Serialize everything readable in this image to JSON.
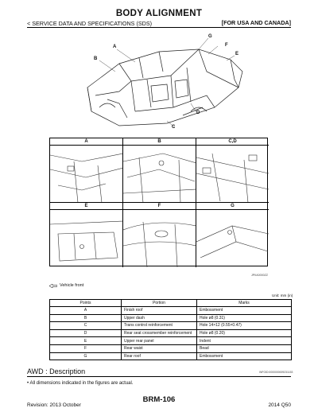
{
  "header": {
    "title": "BODY ALIGNMENT",
    "breadcrumb": "< SERVICE DATA AND SPECIFICATIONS (SDS)",
    "region": "[FOR USA AND CANADA]"
  },
  "figure": {
    "callouts": [
      "A",
      "B",
      "C",
      "D",
      "E",
      "F",
      "G"
    ],
    "panels": [
      "A",
      "B",
      "C,D",
      "E",
      "F",
      "G"
    ],
    "code": "JPIIA0000ZZ",
    "vehicle_front_label": "Vehicle front"
  },
  "table": {
    "unit": "Unit: mm (in)",
    "headers": [
      "Points",
      "Portion",
      "Marks"
    ],
    "rows": [
      [
        "A",
        "Finish roof",
        "Embossment"
      ],
      [
        "B",
        "Upper dash",
        "Hole ø8 (0.31)"
      ],
      [
        "C",
        "Trans control reinforcement",
        "Hole 14×12 (0.55×0.47)"
      ],
      [
        "D",
        "Rear seat crossmember reinforcement",
        "Hole ø8 (0.20)"
      ],
      [
        "E",
        "Upper rear panel",
        "Indent"
      ],
      [
        "F",
        "Rear waist",
        "Bead"
      ],
      [
        "G",
        "Rear roof",
        "Embossment"
      ]
    ]
  },
  "section": {
    "title": "AWD : Description",
    "code": "INFOID:0000000009231153",
    "bullet": "All dimensions indicated in the figures are actual."
  },
  "footer": {
    "page": "BRM-106",
    "revision": "Revision: 2013 October",
    "model": "2014 Q50"
  }
}
